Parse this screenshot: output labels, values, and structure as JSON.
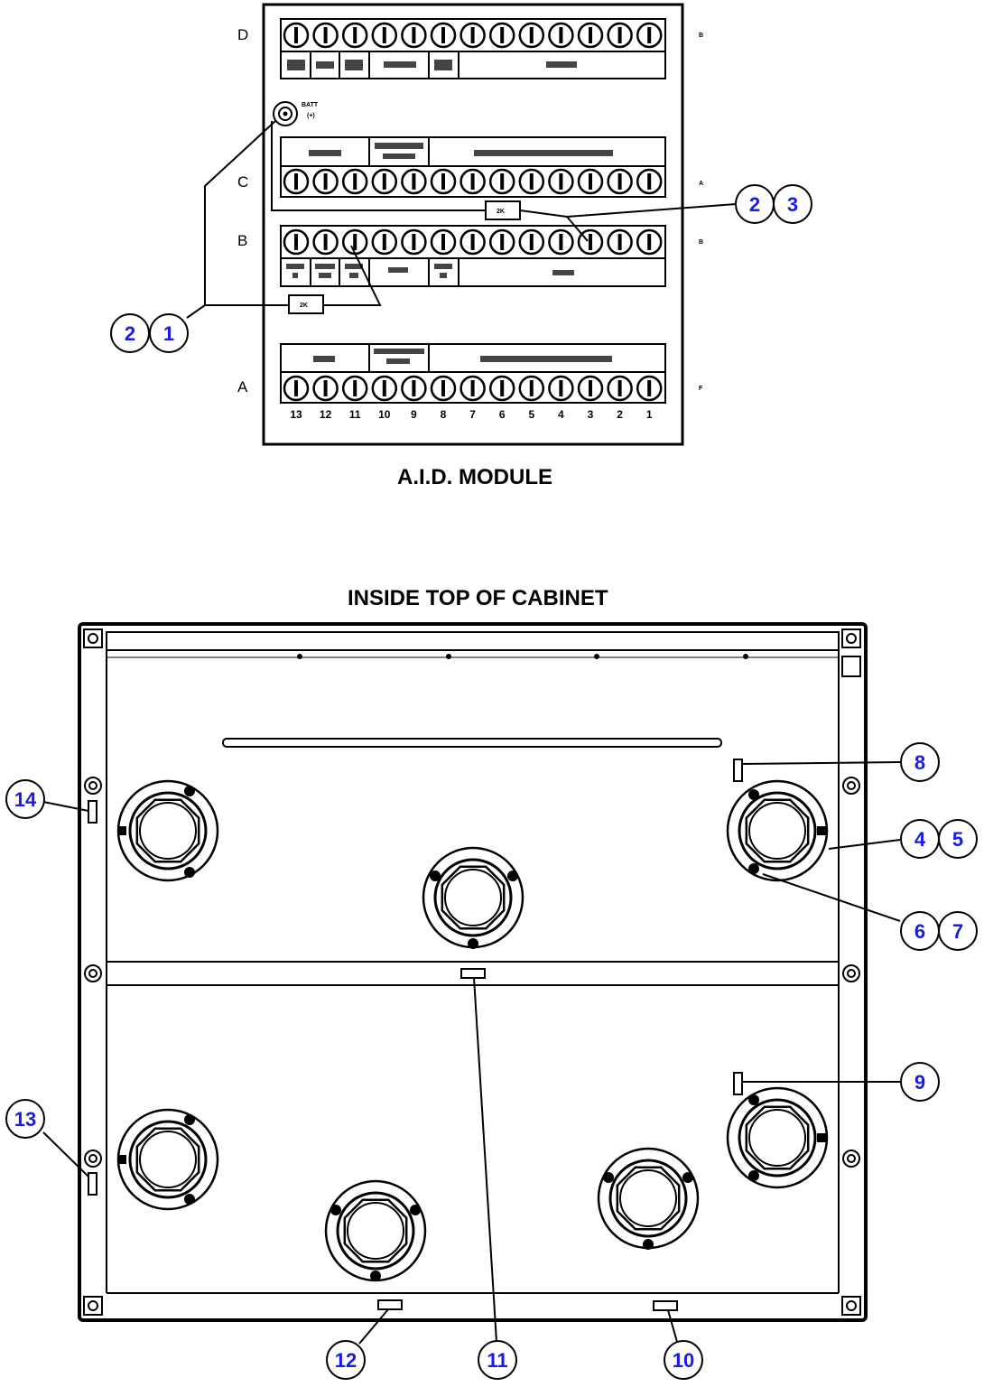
{
  "module": {
    "title": "A.I.D. MODULE",
    "rows": [
      {
        "id": "D",
        "label": "D",
        "right_mark": "B",
        "headers": [
          "",
          "",
          "",
          "",
          "",
          "",
          "",
          "",
          "",
          "",
          "",
          "",
          ""
        ]
      },
      {
        "id": "C",
        "label": "C",
        "right_mark": "A",
        "headers": [
          "",
          "",
          "",
          "",
          ""
        ]
      },
      {
        "id": "B",
        "label": "B",
        "right_mark": "B",
        "headers": [
          "",
          "",
          "",
          "",
          "",
          ""
        ]
      },
      {
        "id": "A",
        "label": "A",
        "right_mark": "F",
        "headers": [
          "",
          "",
          "",
          ""
        ]
      }
    ],
    "terminal_numbers": [
      "13",
      "12",
      "11",
      "10",
      "9",
      "8",
      "7",
      "6",
      "5",
      "4",
      "3",
      "2",
      "1"
    ],
    "batt_label": "BATT",
    "batt_sign": "(+)",
    "resistor_label": "2K"
  },
  "cabinet": {
    "title": "INSIDE TOP OF CABINET"
  },
  "callouts": [
    {
      "id": "c2a",
      "text": "2"
    },
    {
      "id": "c3",
      "text": "3"
    },
    {
      "id": "c2b",
      "text": "2"
    },
    {
      "id": "c1",
      "text": "1"
    },
    {
      "id": "c8",
      "text": "8"
    },
    {
      "id": "c4",
      "text": "4"
    },
    {
      "id": "c5",
      "text": "5"
    },
    {
      "id": "c6",
      "text": "6"
    },
    {
      "id": "c7",
      "text": "7"
    },
    {
      "id": "c14",
      "text": "14"
    },
    {
      "id": "c9",
      "text": "9"
    },
    {
      "id": "c13",
      "text": "13"
    },
    {
      "id": "c12",
      "text": "12"
    },
    {
      "id": "c11",
      "text": "11"
    },
    {
      "id": "c10",
      "text": "10"
    }
  ],
  "colors": {
    "callout": "#1a1ae6",
    "line": "#000000"
  }
}
